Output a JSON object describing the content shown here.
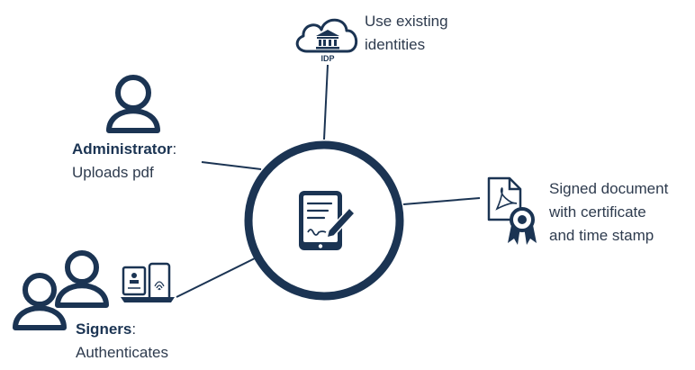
{
  "colors": {
    "navy": "#1b3453",
    "text": "#2e3b4e",
    "background": "#ffffff"
  },
  "center": {
    "icon": "tablet-signature-icon"
  },
  "nodes": {
    "idp": {
      "icon": "cloud-bank-icon",
      "badge": "IDP",
      "description": "Use existing\nidentities"
    },
    "administrator": {
      "icon": "user-icon",
      "title": "Administrator",
      "separator": ":",
      "description": "Uploads pdf"
    },
    "signers": {
      "icon": "users-with-devices-icon",
      "title": "Signers",
      "separator": ":",
      "description": "Authenticates"
    },
    "signed_document": {
      "icon": "certified-document-icon",
      "description": "Signed document\nwith certificate\nand time stamp"
    }
  }
}
